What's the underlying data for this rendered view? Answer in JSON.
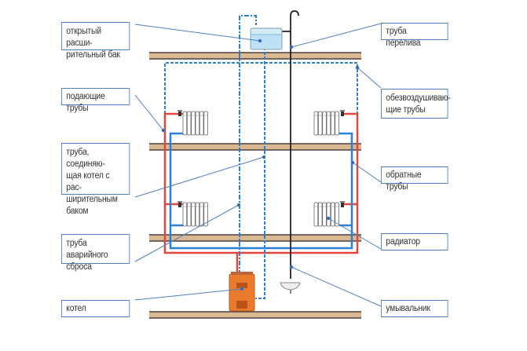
{
  "title": "Схема системы отопления с открытым расширительным баком",
  "colors": {
    "supply": "#e4463c",
    "return": "#2d7fcf",
    "dashed": "#2d7fcf",
    "overflow": "#222222",
    "floor_fill": "#d9b892",
    "floor_edge": "#4a4040",
    "callout_line": "#4f7fc1",
    "boiler": "#ea7a2c",
    "tank": "#bfe1f5"
  },
  "labels": {
    "tank": [
      "открытый расши-",
      "рительный бак"
    ],
    "supply": [
      "подающие трубы"
    ],
    "connecting": [
      "труба, соединяю-",
      "щая котел с рас-",
      "ширительным",
      "баком"
    ],
    "emergency": [
      "труба аварийного",
      "сброса"
    ],
    "boiler": [
      "котел"
    ],
    "overflow": [
      "труба перелива"
    ],
    "air_vent": [
      "обезвоздушиваю-",
      "щие трубы"
    ],
    "return": [
      "обратные трубы"
    ],
    "radiator": [
      "радиатор"
    ],
    "washbasin": [
      "умывальник"
    ]
  },
  "components": {
    "floors": 4,
    "radiators": 4,
    "boiler_icon": "boiler-icon",
    "tank_icon": "expansion-tank-icon",
    "washbasin_icon": "washbasin-icon",
    "radiator_icon": "radiator-icon",
    "valve_icon": "valve-icon"
  }
}
